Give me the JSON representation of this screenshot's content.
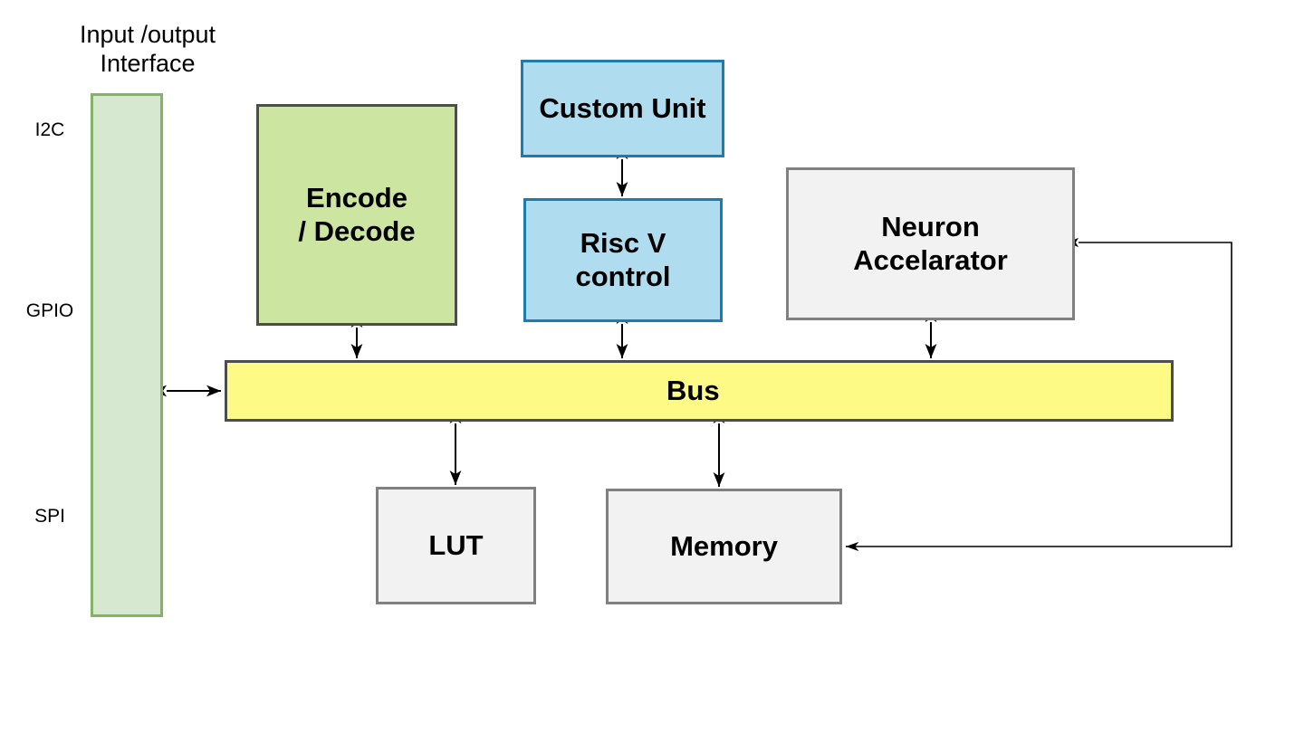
{
  "diagram": {
    "title_text": "Input /output\nInterface",
    "io_interface": {
      "name": "Input /output Interface",
      "protocols": [
        "I2C",
        "GPIO",
        "SPI"
      ],
      "fill": "#d6e8d0",
      "stroke": "#82b366"
    },
    "nodes": [
      {
        "id": "encode-decode",
        "label": "Encode\n/ Decode",
        "fill": "#cce5a0",
        "stroke": "#4d4d4d"
      },
      {
        "id": "custom-unit",
        "label": "Custom Unit",
        "fill": "#b0dcf0",
        "stroke": "#1f7aad"
      },
      {
        "id": "risc-v-control",
        "label": "Risc V\ncontrol",
        "fill": "#b0dcf0",
        "stroke": "#1f7aad"
      },
      {
        "id": "neuron-accelerator",
        "label": "Neuron\nAccelarator",
        "fill": "#f2f2f2",
        "stroke": "#808080"
      },
      {
        "id": "bus",
        "label": "Bus",
        "fill": "#fdfa86",
        "stroke": "#4d4d4d"
      },
      {
        "id": "lut",
        "label": "LUT",
        "fill": "#f2f2f2",
        "stroke": "#808080"
      },
      {
        "id": "memory",
        "label": "Memory",
        "fill": "#f2f2f2",
        "stroke": "#808080"
      }
    ],
    "labels": {
      "io_title": "Input /output\nInterface",
      "i2c": "I2C",
      "gpio": "GPIO",
      "spi": "SPI",
      "encode_decode": "Encode\n/ Decode",
      "custom_unit": "Custom Unit",
      "risc_v_control": "Risc V\ncontrol",
      "neuron_accelerator": "Neuron\nAccelarator",
      "bus": "Bus",
      "lut": "LUT",
      "memory": "Memory"
    },
    "connections": [
      {
        "from": "io-interface",
        "to": "bus",
        "arrow": "both"
      },
      {
        "from": "encode-decode",
        "to": "bus",
        "arrow": "both"
      },
      {
        "from": "custom-unit",
        "to": "risc-v-control",
        "arrow": "both"
      },
      {
        "from": "risc-v-control",
        "to": "bus",
        "arrow": "both"
      },
      {
        "from": "neuron-accelerator",
        "to": "bus",
        "arrow": "both"
      },
      {
        "from": "bus",
        "to": "lut",
        "arrow": "both"
      },
      {
        "from": "bus",
        "to": "memory",
        "arrow": "both"
      },
      {
        "from": "memory",
        "to": "neuron-accelerator",
        "arrow": "single"
      }
    ],
    "edge_color": "#000000"
  }
}
